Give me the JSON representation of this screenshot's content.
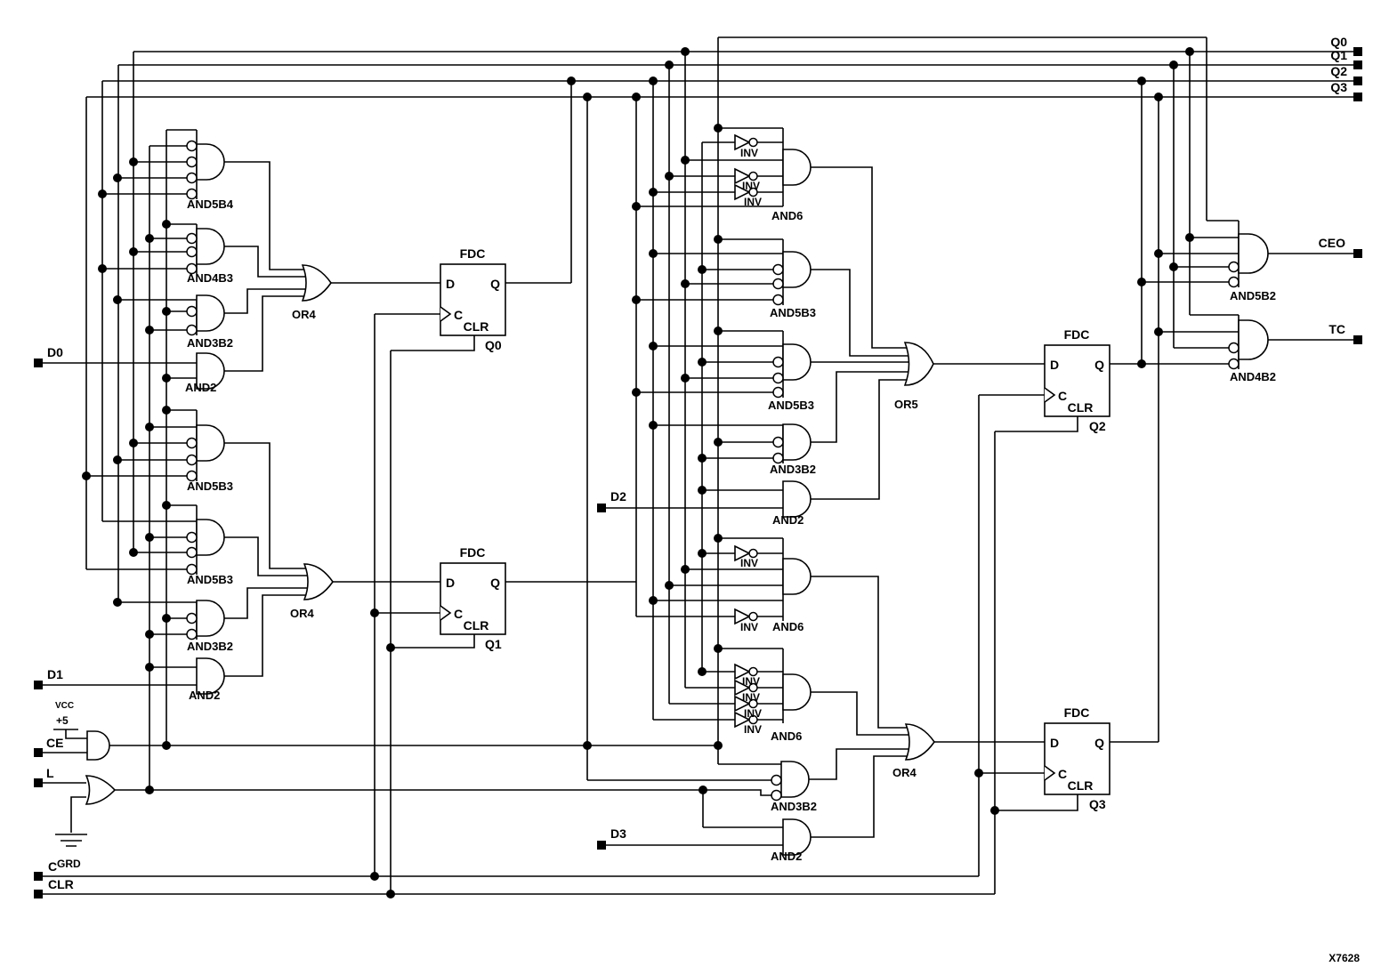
{
  "caption": "X7628",
  "io": {
    "d0": "D0",
    "d1": "D1",
    "d2": "D2",
    "d3": "D3",
    "ce": "CE",
    "l": "L",
    "c": "C",
    "clr": "CLR",
    "q0": "Q0",
    "q1": "Q1",
    "q2": "Q2",
    "q3": "Q3",
    "ceo": "CEO",
    "tc": "TC"
  },
  "power": {
    "vcc": "VCC",
    "plus5": "+5",
    "grd": "GRD"
  },
  "gates": {
    "and5b4": "AND5B4",
    "and4b3": "AND4B3",
    "and3b2": "AND3B2",
    "and2": "AND2",
    "and5b3": "AND5B3",
    "and6": "AND6",
    "and5b2": "AND5B2",
    "and4b2": "AND4B2",
    "or4": "OR4",
    "or5": "OR5",
    "inv": "INV"
  },
  "fdc": {
    "title": "FDC",
    "pin_d": "D",
    "pin_q": "Q",
    "pin_c": "C",
    "pin_clr": "CLR",
    "q0": "Q0",
    "q1": "Q1",
    "q2": "Q2",
    "q3": "Q3"
  }
}
